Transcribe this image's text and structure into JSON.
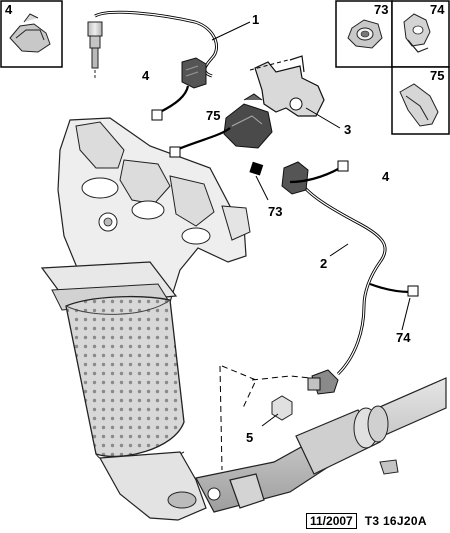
{
  "callouts": {
    "oxygen_sensor_upstream": "1",
    "oxygen_sensor_downstream": "2",
    "sensor_bracket": "3",
    "connector_upper": "4",
    "connector_lower": "4",
    "sensor_plug": "5",
    "clip_upper": "75",
    "nut": "73",
    "clip_lower": "74"
  },
  "insets": {
    "connector": "4",
    "nut": "73",
    "clip_74": "74",
    "clip_75": "75"
  },
  "footer": {
    "date": "11/2007",
    "code": "T3 16J20A"
  }
}
